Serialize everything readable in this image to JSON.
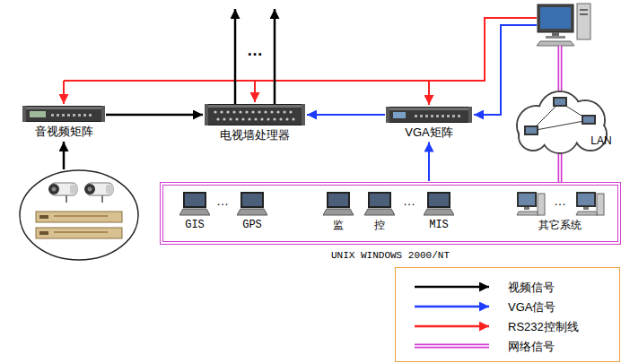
{
  "diagram": {
    "nodes": [
      {
        "text": [
          "音视频矩阵"
        ]
      },
      {
        "text": [
          "电视墙处理器"
        ]
      },
      {
        "text": [
          "VGA矩阵"
        ]
      },
      {
        "text": [
          "LAN"
        ]
      },
      {
        "text": [
          "UNIX WINDOWS 2000/NT"
        ]
      },
      {
        "text": [
          "GIS"
        ],
        "in": 4
      },
      {
        "text": [
          "GPS"
        ],
        "in": 4
      },
      {
        "text": [
          "监控"
        ],
        "in": 4
      },
      {
        "text": [
          "MIS"
        ],
        "in": 4
      },
      {
        "text": [
          "其它系统"
        ],
        "in": 4
      }
    ],
    "edges": [
      {
        "from": 0,
        "to": 1,
        "arrow": "to"
      },
      {
        "from": 2,
        "to": 1,
        "arrow": "to"
      },
      {
        "from": 4,
        "to": 2,
        "arrow": "to"
      },
      {
        "from": 3,
        "to": 4,
        "arrow": "none"
      }
    ],
    "labels": [
      "…",
      "…",
      "…",
      "…"
    ],
    "legend": [
      {
        "text": "视频信号"
      },
      {
        "text": "VGA信号"
      },
      {
        "text": "RS232控制线"
      },
      {
        "text": "网络信号"
      }
    ]
  }
}
